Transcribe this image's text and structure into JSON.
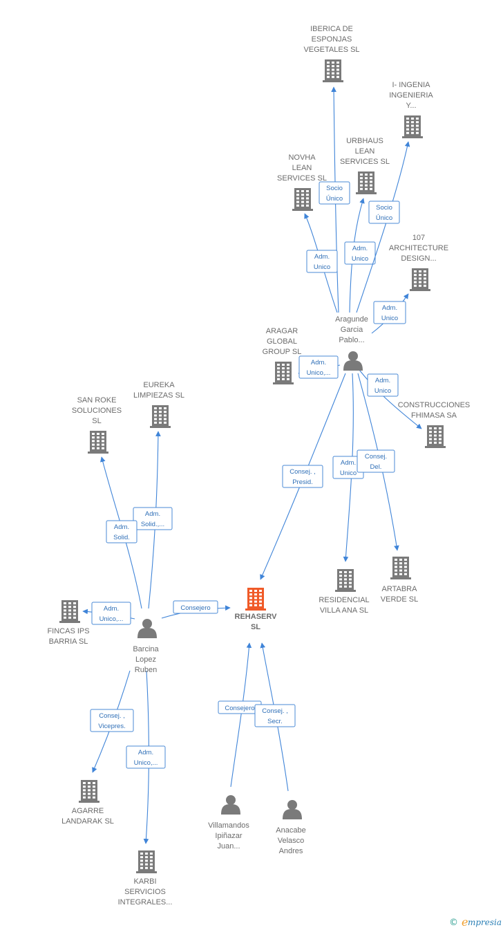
{
  "colors": {
    "node": "#7a7a7a",
    "focus": "#f05a28",
    "edge": "#3f84d8",
    "edge_label": "#2f6fb7"
  },
  "nodes": [
    {
      "id": "rehaserv",
      "type": "company",
      "focus": true,
      "lines": [
        "REHASERV",
        "SL"
      ]
    },
    {
      "id": "iberica",
      "type": "company",
      "lines": [
        "IBERICA DE",
        "ESPONJAS",
        "VEGETALES SL"
      ]
    },
    {
      "id": "ingenia",
      "type": "company",
      "lines": [
        "I- INGENIA",
        "INGENIERIA",
        "Y..."
      ]
    },
    {
      "id": "urbhaus",
      "type": "company",
      "lines": [
        "URBHAUS",
        "LEAN",
        "SERVICES SL"
      ]
    },
    {
      "id": "novha",
      "type": "company",
      "lines": [
        "NOVHA",
        "LEAN",
        "SERVICES SL"
      ]
    },
    {
      "id": "arch107",
      "type": "company",
      "lines": [
        "107",
        "ARCHITECTURE",
        "DESIGN..."
      ]
    },
    {
      "id": "aragar",
      "type": "company",
      "lines": [
        "ARAGAR",
        "GLOBAL",
        "GROUP SL"
      ]
    },
    {
      "id": "fhimasa",
      "type": "company",
      "lines": [
        "CONSTRUCCIONES",
        "FHIMASA SA"
      ]
    },
    {
      "id": "residencial",
      "type": "company",
      "lines": [
        "RESIDENCIAL",
        "VILLA ANA SL"
      ]
    },
    {
      "id": "artabra",
      "type": "company",
      "lines": [
        "ARTABRA",
        "VERDE SL"
      ]
    },
    {
      "id": "eureka",
      "type": "company",
      "lines": [
        "EUREKA",
        "LIMPIEZAS SL"
      ]
    },
    {
      "id": "sanroke",
      "type": "company",
      "lines": [
        "SAN ROKE",
        "SOLUCIONES",
        "SL"
      ]
    },
    {
      "id": "fincas",
      "type": "company",
      "lines": [
        "FINCAS IPS",
        "BARRIA SL"
      ]
    },
    {
      "id": "agarre",
      "type": "company",
      "lines": [
        "AGARRE",
        "LANDARAK SL"
      ]
    },
    {
      "id": "karbi",
      "type": "company",
      "lines": [
        "KARBI",
        "SERVICIOS",
        "INTEGRALES..."
      ]
    },
    {
      "id": "aragunde",
      "type": "person",
      "lines": [
        "Aragunde",
        "Garcia",
        "Pablo..."
      ]
    },
    {
      "id": "barcina",
      "type": "person",
      "lines": [
        "Barcina",
        "Lopez",
        "Ruben"
      ]
    },
    {
      "id": "villamandos",
      "type": "person",
      "lines": [
        "Villamandos",
        "Ipiñazar",
        "Juan..."
      ]
    },
    {
      "id": "anacabe",
      "type": "person",
      "lines": [
        "Anacabe",
        "Velasco",
        "Andres"
      ]
    }
  ],
  "edges": [
    {
      "from": "aragunde",
      "to": "iberica",
      "label": [
        "Socio",
        "Único"
      ]
    },
    {
      "from": "aragunde",
      "to": "urbhaus",
      "label": [
        "Adm.",
        "Unico"
      ]
    },
    {
      "from": "aragunde",
      "to": "ingenia",
      "label": [
        "Socio",
        "Único"
      ]
    },
    {
      "from": "aragunde",
      "to": "novha",
      "label": [
        "Adm.",
        "Unico"
      ]
    },
    {
      "from": "aragunde",
      "to": "arch107",
      "label": [
        "Adm.",
        "Unico"
      ]
    },
    {
      "from": "aragunde",
      "to": "aragar",
      "label": [
        "Adm.",
        "Unico,..."
      ]
    },
    {
      "from": "aragunde",
      "to": "fhimasa",
      "label": [
        "Adm.",
        "Unico"
      ]
    },
    {
      "from": "aragunde",
      "to": "rehaserv",
      "label": [
        "Consej. ,",
        "Presid."
      ]
    },
    {
      "from": "aragunde",
      "to": "residencial",
      "label": [
        "Adm.",
        "Unico"
      ]
    },
    {
      "from": "aragunde",
      "to": "artabra",
      "label": [
        "Consej.",
        "Del."
      ]
    },
    {
      "from": "barcina",
      "to": "rehaserv",
      "label": [
        "Consejero"
      ]
    },
    {
      "from": "barcina",
      "to": "eureka",
      "label": [
        "Adm.",
        "Solid.,..."
      ]
    },
    {
      "from": "barcina",
      "to": "sanroke",
      "label": [
        "Adm.",
        "Solid."
      ]
    },
    {
      "from": "barcina",
      "to": "fincas",
      "label": [
        "Adm.",
        "Unico,..."
      ]
    },
    {
      "from": "barcina",
      "to": "agarre",
      "label": [
        "Consej. ,",
        "Vicepres."
      ]
    },
    {
      "from": "barcina",
      "to": "karbi",
      "label": [
        "Adm.",
        "Unico,..."
      ]
    },
    {
      "from": "villamandos",
      "to": "rehaserv",
      "label": [
        "Consejero"
      ]
    },
    {
      "from": "anacabe",
      "to": "rehaserv",
      "label": [
        "Consej. ,",
        "Secr."
      ]
    }
  ],
  "brand": {
    "symbol": "©",
    "initial": "e",
    "rest": "mpresia"
  }
}
